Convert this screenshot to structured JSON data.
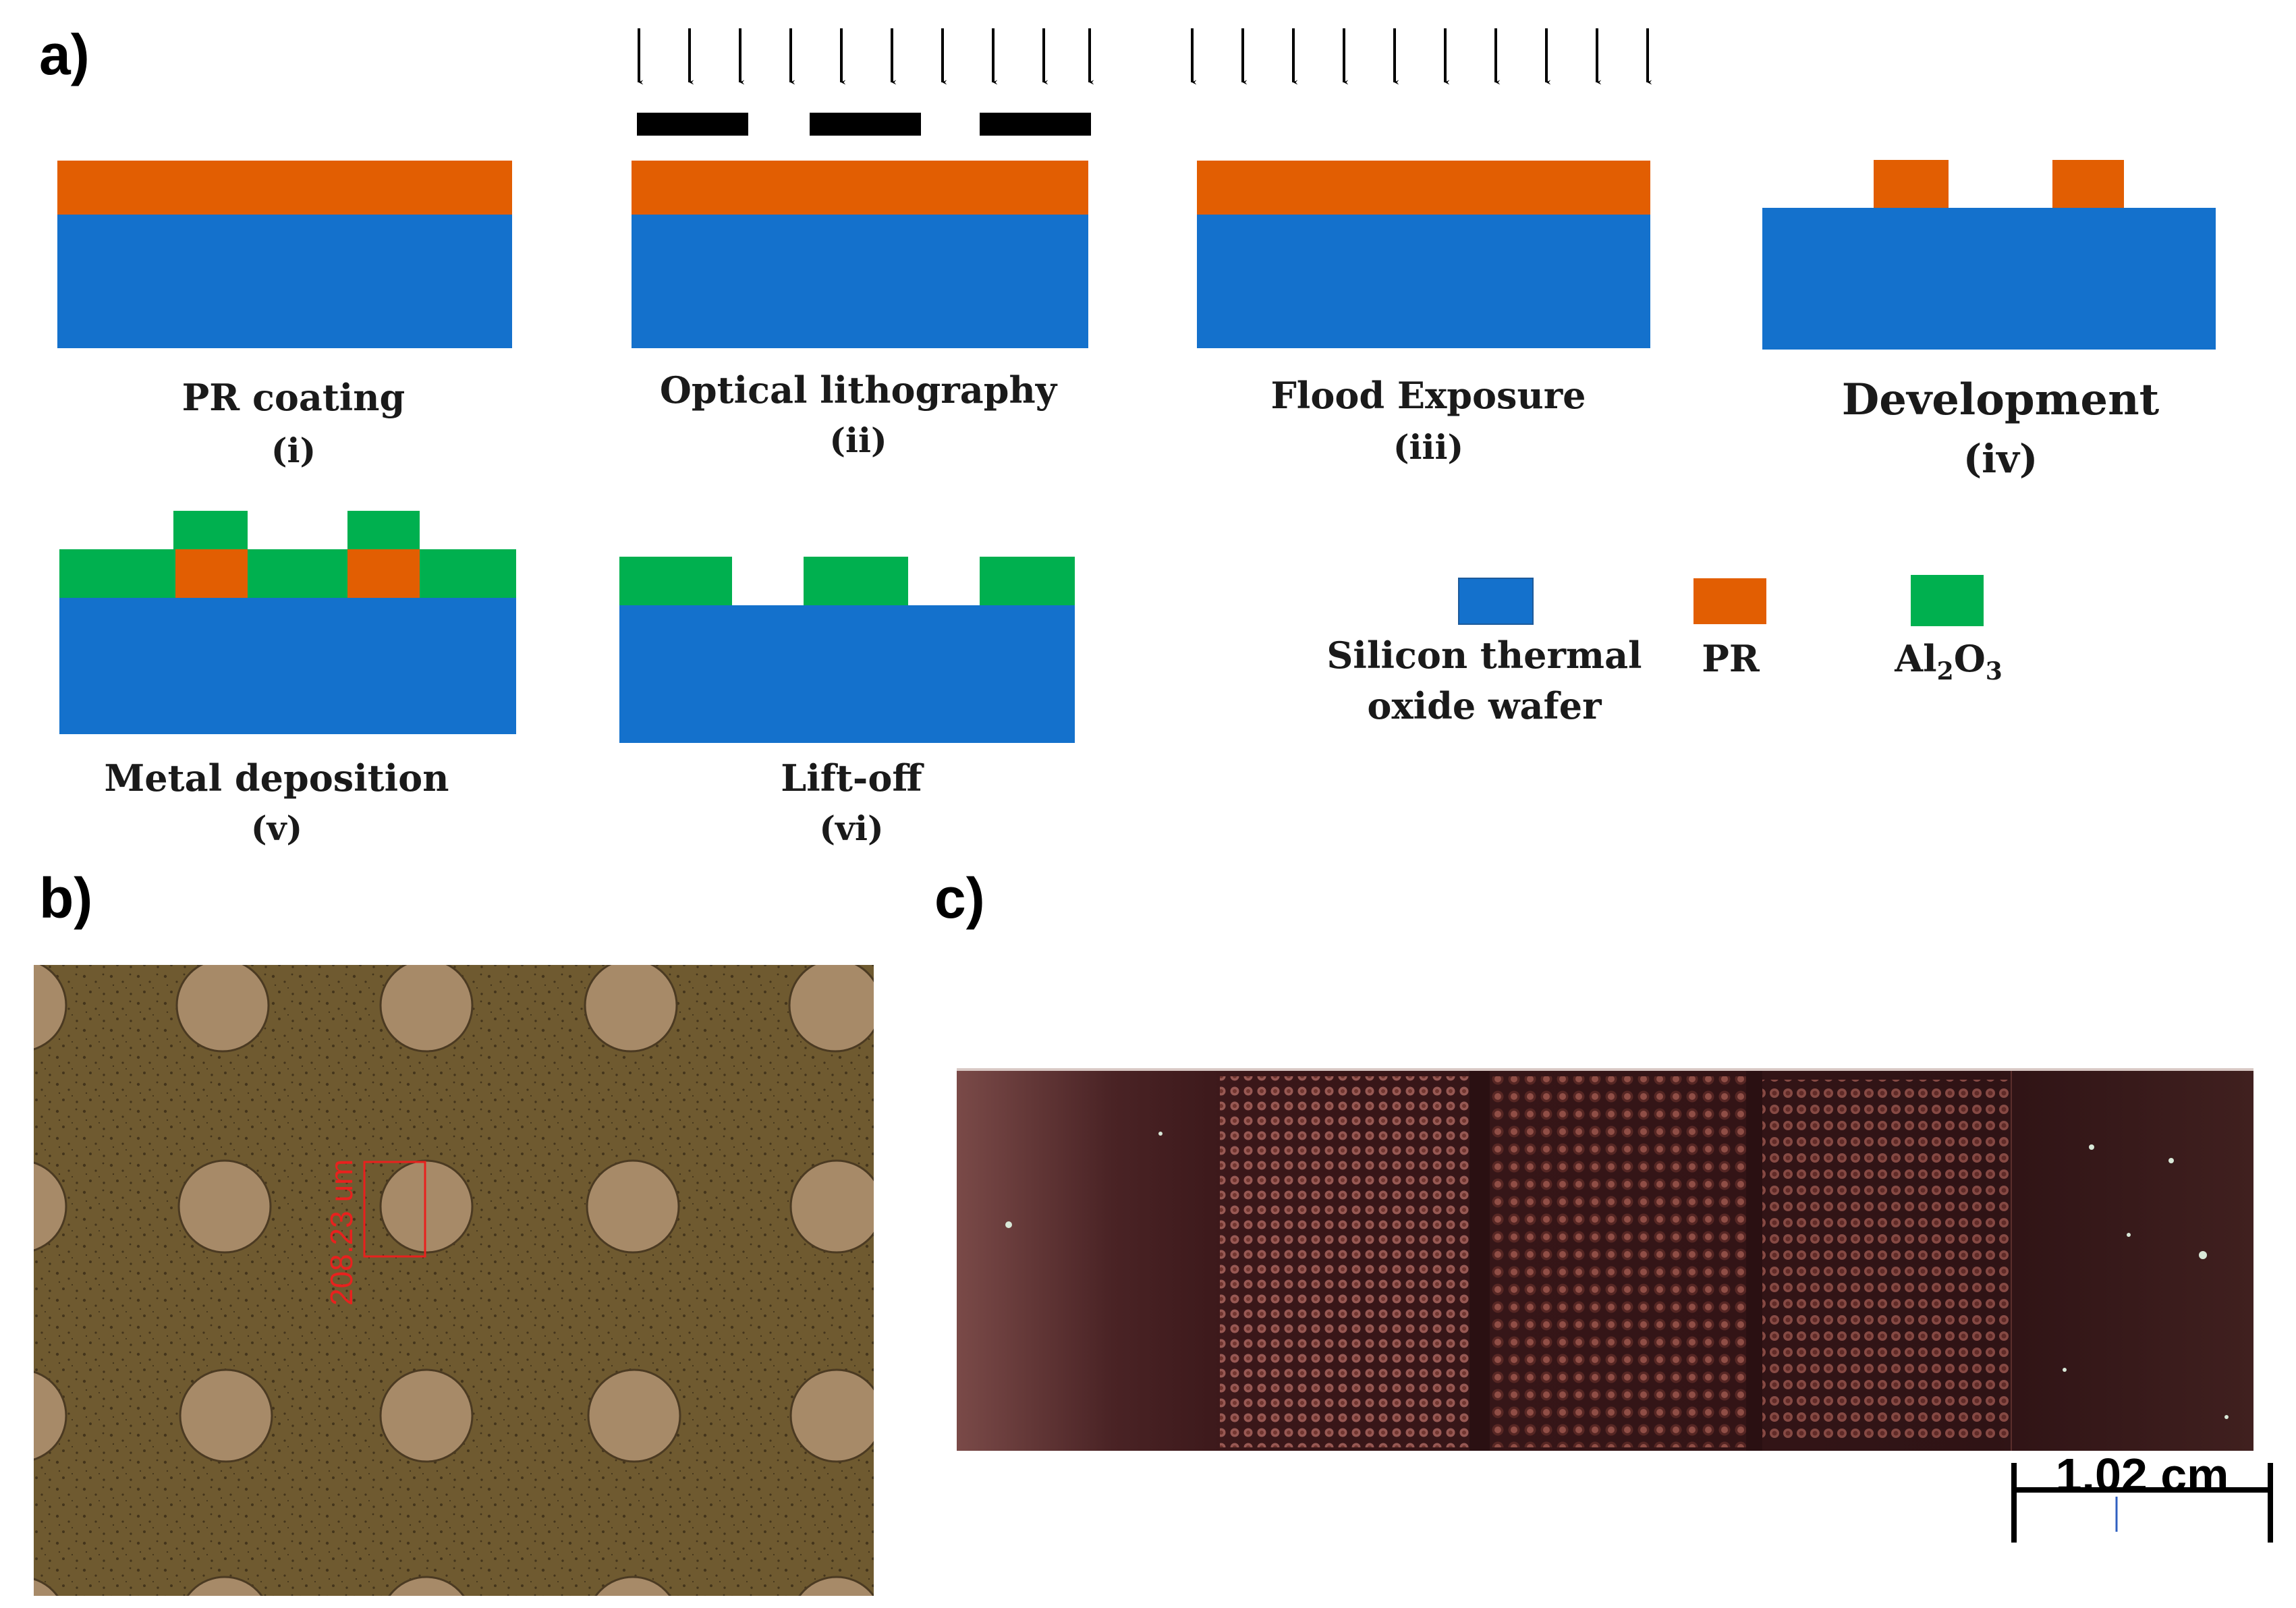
{
  "panel_labels": {
    "a": "a)",
    "b": "b)",
    "c": "c)"
  },
  "steps": [
    {
      "name": "PR coating",
      "num": "(i)"
    },
    {
      "name": "Optical lithography",
      "num": "(ii)"
    },
    {
      "name": "Flood Exposure",
      "num": "(iii)"
    },
    {
      "name": "Development",
      "num": "(iv)"
    },
    {
      "name": "Metal deposition",
      "num": "(v)"
    },
    {
      "name": "Lift-off",
      "num": "(vi)"
    }
  ],
  "legend": {
    "wafer_line1": "Silicon thermal",
    "wafer_line2": "oxide wafer",
    "pr": "PR",
    "al_base": "Al",
    "al_sub1": "2",
    "al_mid": "O",
    "al_sub2": "3"
  },
  "micrograph": {
    "measurement": "208.23 um"
  },
  "photo": {
    "scale_bar": "1.02 cm"
  },
  "colors": {
    "wafer": "#1471cc",
    "pr": "#e25e02",
    "al2o3": "#00b04f",
    "mask": "#000000",
    "micro_bg": "#6f5a30",
    "micro_dot": "#a78a68",
    "measure_red": "#e8211e",
    "photo_bg": "#3e1a1c"
  }
}
